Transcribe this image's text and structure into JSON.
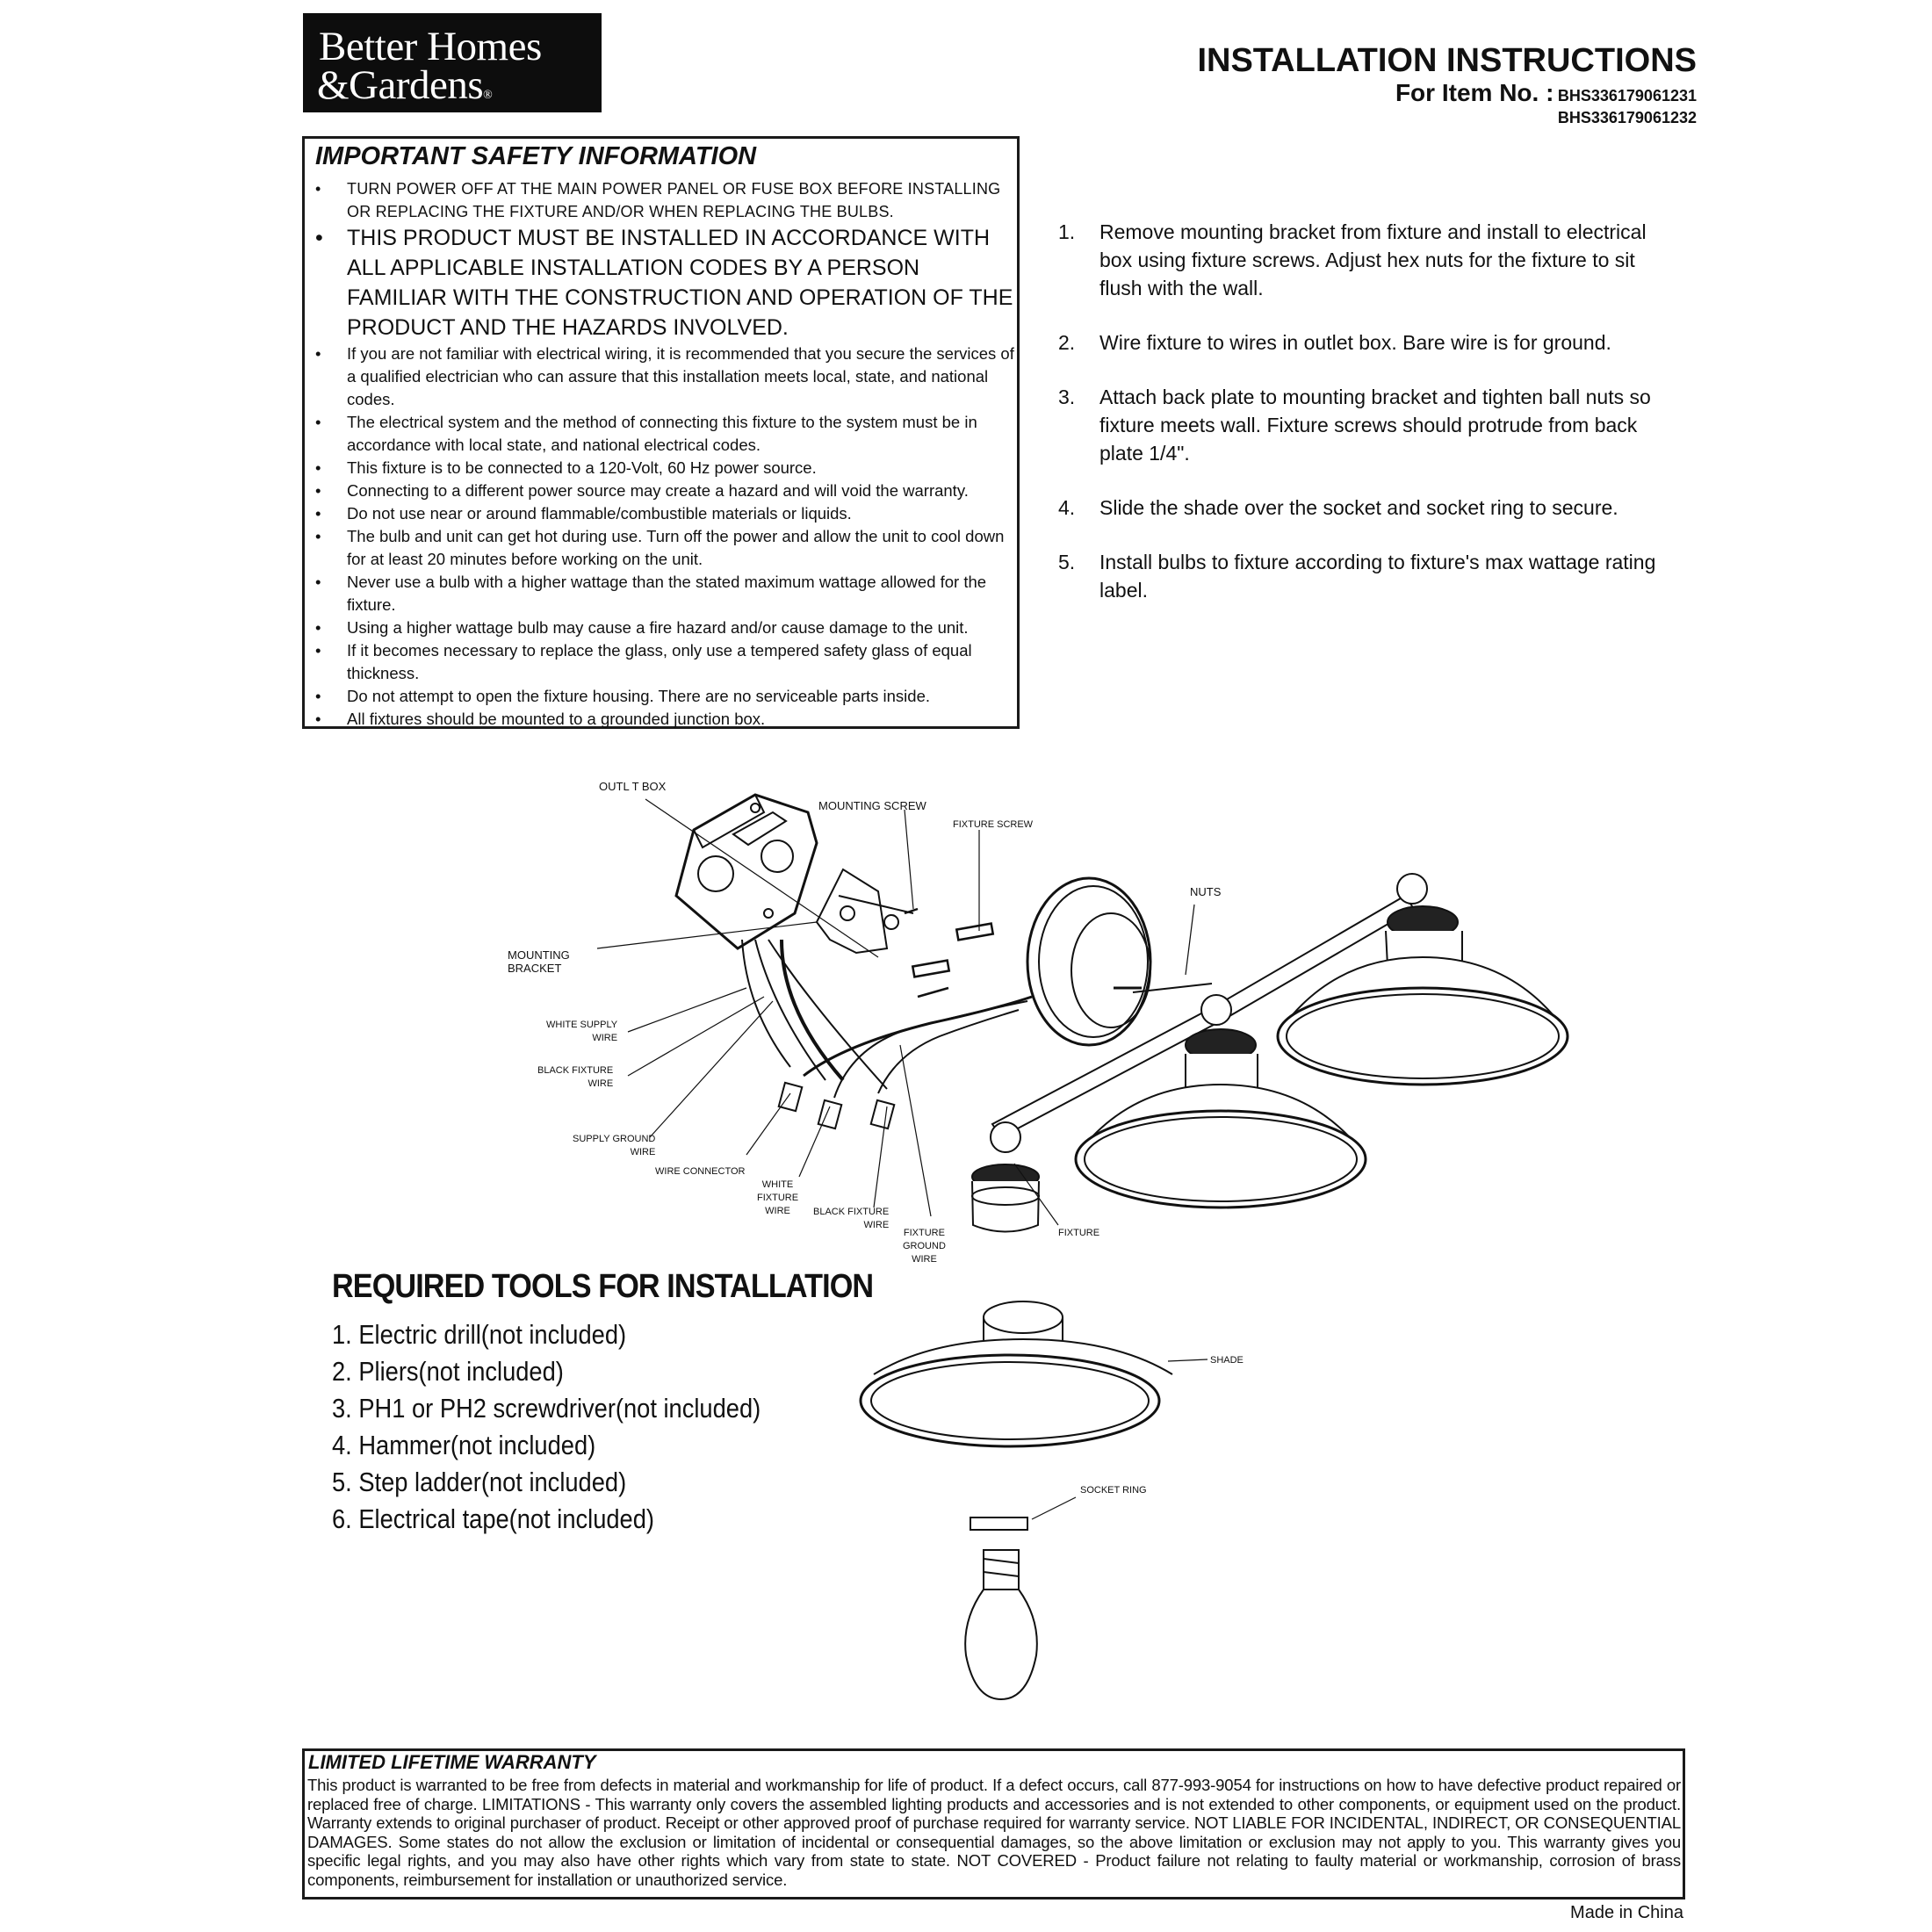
{
  "logo": {
    "line1": "Better Homes",
    "line2": "&Gardens",
    "reg": "®"
  },
  "header": {
    "title": "INSTALLATION INSTRUCTIONS",
    "item_label": "For Item No. :",
    "item_numbers": [
      "BHS336179061231",
      "BHS336179061232"
    ]
  },
  "safety": {
    "heading": "IMPORTANT SAFETY INFORMATION",
    "items": [
      "TURN POWER OFF AT THE MAIN POWER PANEL OR FUSE BOX BEFORE INSTALLING OR REPLACING THE FIXTURE AND/OR WHEN REPLACING THE BULBS.",
      "THIS PRODUCT MUST BE INSTALLED IN ACCORDANCE WITH ALL APPLICABLE INSTALLATION CODES BY A PERSON FAMILIAR WITH THE CONSTRUCTION AND OPERATION OF THE PRODUCT AND THE HAZARDS INVOLVED.",
      "If you are not familiar with electrical wiring, it is recommended that you secure the services of a qualified electrician who can assure that this installation meets local, state, and national codes.",
      "The electrical system and the method of connecting this fixture to the system must be in accordance with local state, and national electrical codes.",
      "This fixture is to be connected to a 120-Volt, 60 Hz power source.",
      "Connecting to a different power source may create a hazard and will void the warranty.",
      "Do not use near or around flammable/combustible materials or liquids.",
      "The bulb and unit can get hot during use. Turn off the power and allow the unit to cool down for at least 20 minutes before working on the unit.",
      "Never use a bulb with a higher wattage than the stated maximum wattage allowed for the fixture.",
      "Using a higher wattage bulb may cause a fire hazard and/or cause damage to the unit.",
      "If it becomes necessary to replace the glass, only use a tempered safety glass of equal thickness.",
      "Do not attempt to open the fixture housing. There are no serviceable parts inside.",
      "All fixtures should be mounted to a grounded junction box."
    ]
  },
  "steps": [
    {
      "num": "1.",
      "text": "Remove mounting bracket from fixture and install to electrical box using fixture screws. Adjust hex nuts for the fixture to sit flush with the wall."
    },
    {
      "num": "2.",
      "text": "Wire fixture to wires in outlet box. Bare wire is for ground."
    },
    {
      "num": "3.",
      "text": "Attach back plate to mounting bracket and tighten ball nuts so fixture meets wall. Fixture screws should protrude from back plate 1/4\"."
    },
    {
      "num": "4.",
      "text": "Slide the shade over the socket and socket ring to secure."
    },
    {
      "num": "5.",
      "text": "Install bulbs to fixture according to fixture's max wattage rating label."
    }
  ],
  "diagram_labels": {
    "outlet_box": "OUTL  T BOX",
    "mounting_screw": "MOUNTING SCREW",
    "fixture_screw": "FIXTURE  SCREW",
    "nuts": "NUTS",
    "mounting_bracket": [
      "MOUNTING",
      "BRACKET"
    ],
    "white_supply_wire": [
      "WHITE SUPPLY",
      "WIRE"
    ],
    "black_fixture_wire_1": [
      "BLACK FIXTURE",
      "WIRE"
    ],
    "supply_ground_wire": [
      "SUPPLY GROUND",
      "WIRE"
    ],
    "wire_connector": "WIRE CONNECTOR",
    "white_fixture_wire": [
      "WHITE",
      "FIXTURE",
      "WIRE"
    ],
    "black_fixture_wire_2": [
      "BLACK FIXTURE",
      "WIRE"
    ],
    "fixture_ground_wire": [
      "FIXTURE",
      "GROUND",
      "WIRE"
    ],
    "fixture": "FIXTURE",
    "shade": "SHADE",
    "socket_ring": "SOCKET RING"
  },
  "tools": {
    "heading": "REQUIRED TOOLS FOR INSTALLATION",
    "items": [
      "1. Electric drill(not included)",
      "2. Pliers(not included)",
      "3. PH1 or PH2 screwdriver(not included)",
      "4. Hammer(not included)",
      "5. Step ladder(not included)",
      "6. Electrical tape(not included)"
    ]
  },
  "warranty": {
    "heading": "LIMITED LIFETIME WARRANTY",
    "text": "This product is warranted to be free from defects in material and workmanship for life of product. If a defect occurs, call 877-993-9054 for instructions on how to have defective product repaired or replaced free of charge. LIMITATIONS - This warranty only covers the assembled lighting products and accessories and is not extended to other components, or equipment used on the product. Warranty extends to original purchaser of  product. Receipt or other approved proof of purchase required for warranty service. NOT LIABLE FOR INCIDENTAL, INDIRECT, OR CONSEQUENTIAL DAMAGES. Some states do not allow the exclusion or limitation of incidental or consequential damages, so the above limitation or exclusion may not apply to you. This warranty gives you specific legal rights, and you may also have other rights which vary from state to state. NOT COVERED - Product failure not relating to faulty material or workmanship, corrosion of brass components, reimbursement for installation or unauthorized service."
  },
  "footer": {
    "made_in": "Made in China"
  }
}
